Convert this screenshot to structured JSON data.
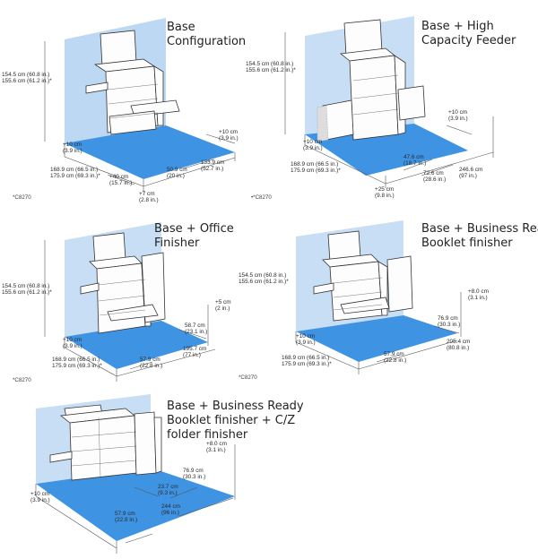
{
  "panels": [
    {
      "title": [
        "Base",
        "Configuration"
      ],
      "ref": "*C8270",
      "labels": {
        "height": [
          "154.5 cm (60.8 in.)",
          "155.6 cm (61.2 in.)*"
        ],
        "left_clear": [
          "+10 cm",
          "(3.9 in.)"
        ],
        "width": [
          "168.9 cm (66.5 in.)",
          "175.9 cm (69.3 in.)*"
        ],
        "front_clear": [
          "+40 cm",
          "(15.7 in.)"
        ],
        "bottom_clear": [
          "+7 cm",
          "(2.8 in.)"
        ],
        "depth_small": [
          "50.9 cm",
          "(20 in.)"
        ],
        "depth_total": [
          "133.9 cm",
          "(52.7 in.)"
        ],
        "right_clear": [
          "+10 cm",
          "(3.9 in.)"
        ]
      }
    },
    {
      "title": [
        "Base + High",
        "Capacity Feeder"
      ],
      "ref": "•*C8270",
      "labels": {
        "height": [
          "154.5 cm (60.8 in.)",
          "155.6 cm (61.2 in.)*"
        ],
        "left_clear": [
          "+10 cm",
          "(3.9 in.)"
        ],
        "width": [
          "168.9 cm (66.5 in.)",
          "175.9 cm (69.3 in.)*"
        ],
        "front_clear": [
          "+25 cm",
          "(9.8 in.)"
        ],
        "depth_a": [
          "47.6 cm",
          "(18.7 in.)"
        ],
        "depth_b": [
          "72.6 cm",
          "(28.6 in.)"
        ],
        "depth_total": [
          "246.6 cm",
          "(97 in.)"
        ],
        "right_clear": [
          "+10 cm",
          "(3.9 in.)"
        ]
      }
    },
    {
      "title": [
        "Base + Office",
        "Finisher"
      ],
      "ref": "*C8270",
      "labels": {
        "height": [
          "154.5 cm (60.8 in.)",
          "155.6 cm (61.2 in.)*"
        ],
        "left_clear": [
          "+10 cm",
          "(3.9 in.)"
        ],
        "width": [
          "168.9 cm (66.5 in.)",
          "175.9 cm (69.3 in.)*"
        ],
        "depth_a": [
          "57.9 cm",
          "(22.8 in.)"
        ],
        "depth_b": [
          "58.7 cm",
          "(23.1 in.)"
        ],
        "depth_total": [
          "195.7 cm",
          "(77 in.)"
        ],
        "right_clear": [
          "+5 cm",
          "(2 in.)"
        ]
      }
    },
    {
      "title": [
        "Base + Business Ready",
        "Booklet finisher"
      ],
      "ref": "*C8270",
      "labels": {
        "height": [
          "154.5 cm (60.8 in.)",
          "155.6 cm (61.2 in.)*"
        ],
        "left_clear": [
          "+10 cm",
          "(3.9 in.)"
        ],
        "width": [
          "168.9 cm (66.5 in.)",
          "175.9 cm (69.3 in.)*"
        ],
        "depth_a": [
          "57.9 cm",
          "(22.8 in.)"
        ],
        "depth_b": [
          "76.9 cm",
          "(30.3 in.)"
        ],
        "depth_total": [
          "205.4 cm",
          "(80.8 in.)"
        ],
        "right_clear": [
          "+8.0 cm",
          "(3.1 in.)"
        ]
      }
    },
    {
      "title": [
        "Base + Business Ready",
        "Booklet finisher + C/Z",
        "folder finisher"
      ],
      "labels": {
        "left_clear": [
          "+10 cm",
          "(3.9 in.)"
        ],
        "depth_a": [
          "57.9 cm",
          "(22.8 in.)"
        ],
        "depth_b": [
          "23.7 cm",
          "(9.3 in.)"
        ],
        "depth_c": [
          "76.9 cm",
          "(30.3 in.)"
        ],
        "depth_total": [
          "244 cm",
          "(96 in.)"
        ],
        "right_clear": [
          "+8.0 cm",
          "(3.1 in.)"
        ]
      }
    }
  ]
}
